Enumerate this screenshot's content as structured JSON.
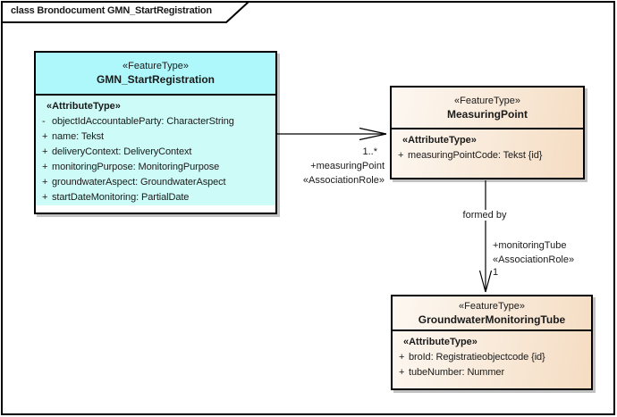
{
  "frame": {
    "title": "class Brondocument GMN_StartRegistration"
  },
  "classes": [
    {
      "stereotype": "«FeatureType»",
      "name": "GMN_StartRegistration",
      "attr_stereotype": "«AttributeType»",
      "attributes": [
        {
          "vis": "-",
          "text": "objectIdAccountableParty: CharacterString"
        },
        {
          "vis": "+",
          "text": "name: Tekst"
        },
        {
          "vis": "+",
          "text": "deliveryContext: DeliveryContext"
        },
        {
          "vis": "+",
          "text": "monitoringPurpose: MonitoringPurpose"
        },
        {
          "vis": "+",
          "text": "groundwaterAspect: GroundwaterAspect"
        },
        {
          "vis": "+",
          "text": "startDateMonitoring: PartialDate"
        }
      ]
    },
    {
      "stereotype": "«FeatureType»",
      "name": "MeasuringPoint",
      "attr_stereotype": "«AttributeType»",
      "attributes": [
        {
          "vis": "+",
          "text": "measuringPointCode: Tekst {id}"
        }
      ]
    },
    {
      "stereotype": "«FeatureType»",
      "name": "GroundwaterMonitoringTube",
      "attr_stereotype": "«AttributeType»",
      "attributes": [
        {
          "vis": "+",
          "text": "broId: Registratieobjectcode {id}"
        },
        {
          "vis": "+",
          "text": "tubeNumber: Nummer"
        }
      ]
    }
  ],
  "associations": [
    {
      "multiplicity": "1..*",
      "role": "+measuringPoint",
      "stereotype": "«AssociationRole»"
    },
    {
      "name": "formed by",
      "role": "+monitoringTube",
      "stereotype": "«AssociationRole»",
      "multiplicity": "1"
    }
  ],
  "colors": {
    "frame_border": "#000000",
    "class_border": "#000000",
    "cyan_header": "#aef8fb",
    "cyan_body": "#cdfcf8",
    "peach_light": "#fdf8f2",
    "peach_dark": "#f5dcc2",
    "shadow": "#c2c2c2",
    "text": "#1a1a1a",
    "background": "#ffffff"
  }
}
